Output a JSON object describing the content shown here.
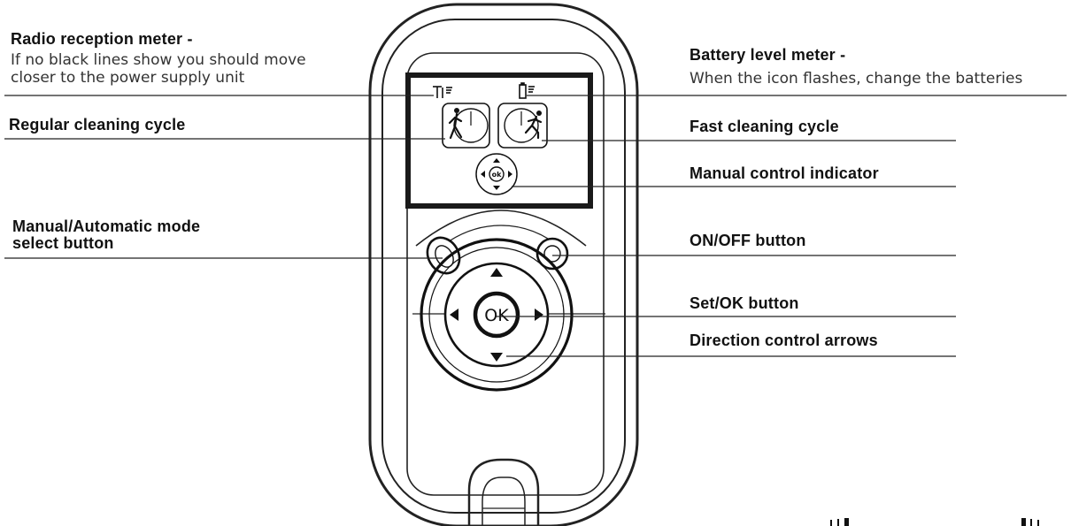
{
  "labels": {
    "radio_reception": {
      "title": "Radio reception meter -",
      "desc_line1": "If no black lines show you should move",
      "desc_line2": "closer to the power supply unit"
    },
    "battery_level": {
      "title": "Battery level meter -",
      "desc": "When the icon flashes, change the batteries"
    },
    "regular_cycle": {
      "title": "Regular cleaning cycle"
    },
    "fast_cycle": {
      "title": "Fast cleaning cycle"
    },
    "manual_indicator": {
      "title": "Manual control indicator"
    },
    "mode_select": {
      "line1": "Manual/Automatic mode",
      "line2": "select button"
    },
    "on_off": {
      "title": "ON/OFF button"
    },
    "set_ok": {
      "title": "Set/OK button"
    },
    "direction": {
      "title": "Direction control arrows"
    }
  },
  "device": {
    "ok_button_label": "OK",
    "screen_ok_label": "ok"
  },
  "icons": {
    "antenna": "antenna-signal-icon",
    "battery": "battery-icon",
    "regular_cycle": "walking-person-clock-icon",
    "fast_cycle": "running-person-clock-icon",
    "manual_pad": "direction-pad-icon"
  }
}
